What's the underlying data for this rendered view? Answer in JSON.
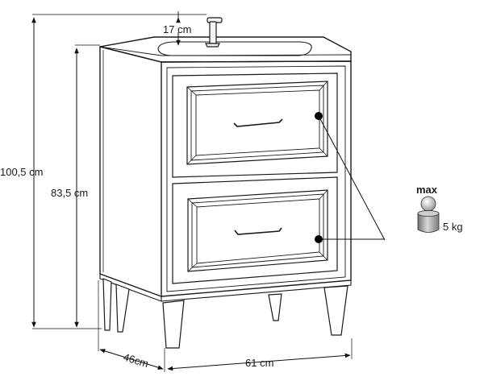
{
  "dimensions": {
    "total_height": "100,5 cm",
    "cabinet_height": "83,5 cm",
    "basin_height": "17 cm",
    "depth": "46cm",
    "width": "61 cm"
  },
  "load": {
    "label": "max",
    "value": "5 kg"
  }
}
